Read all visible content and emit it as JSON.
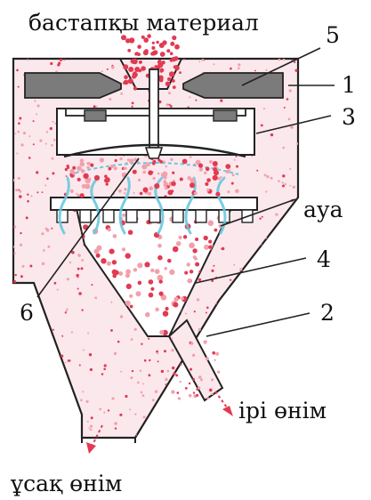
{
  "labels": {
    "input_material": "бастапқы материал",
    "air": "ауа",
    "coarse_product": "ірі өнім",
    "fine_product": "ұсақ өнім"
  },
  "numbers": {
    "n1": "1",
    "n2": "2",
    "n3": "3",
    "n4": "4",
    "n5": "5",
    "n6": "6"
  },
  "colors": {
    "particle": "#e23a52",
    "particle_light": "#f2a0ac",
    "air_flow": "#6cc8e0",
    "rotor_part": "#6b6b6b",
    "outline": "#222222",
    "background": "#ffffff"
  }
}
